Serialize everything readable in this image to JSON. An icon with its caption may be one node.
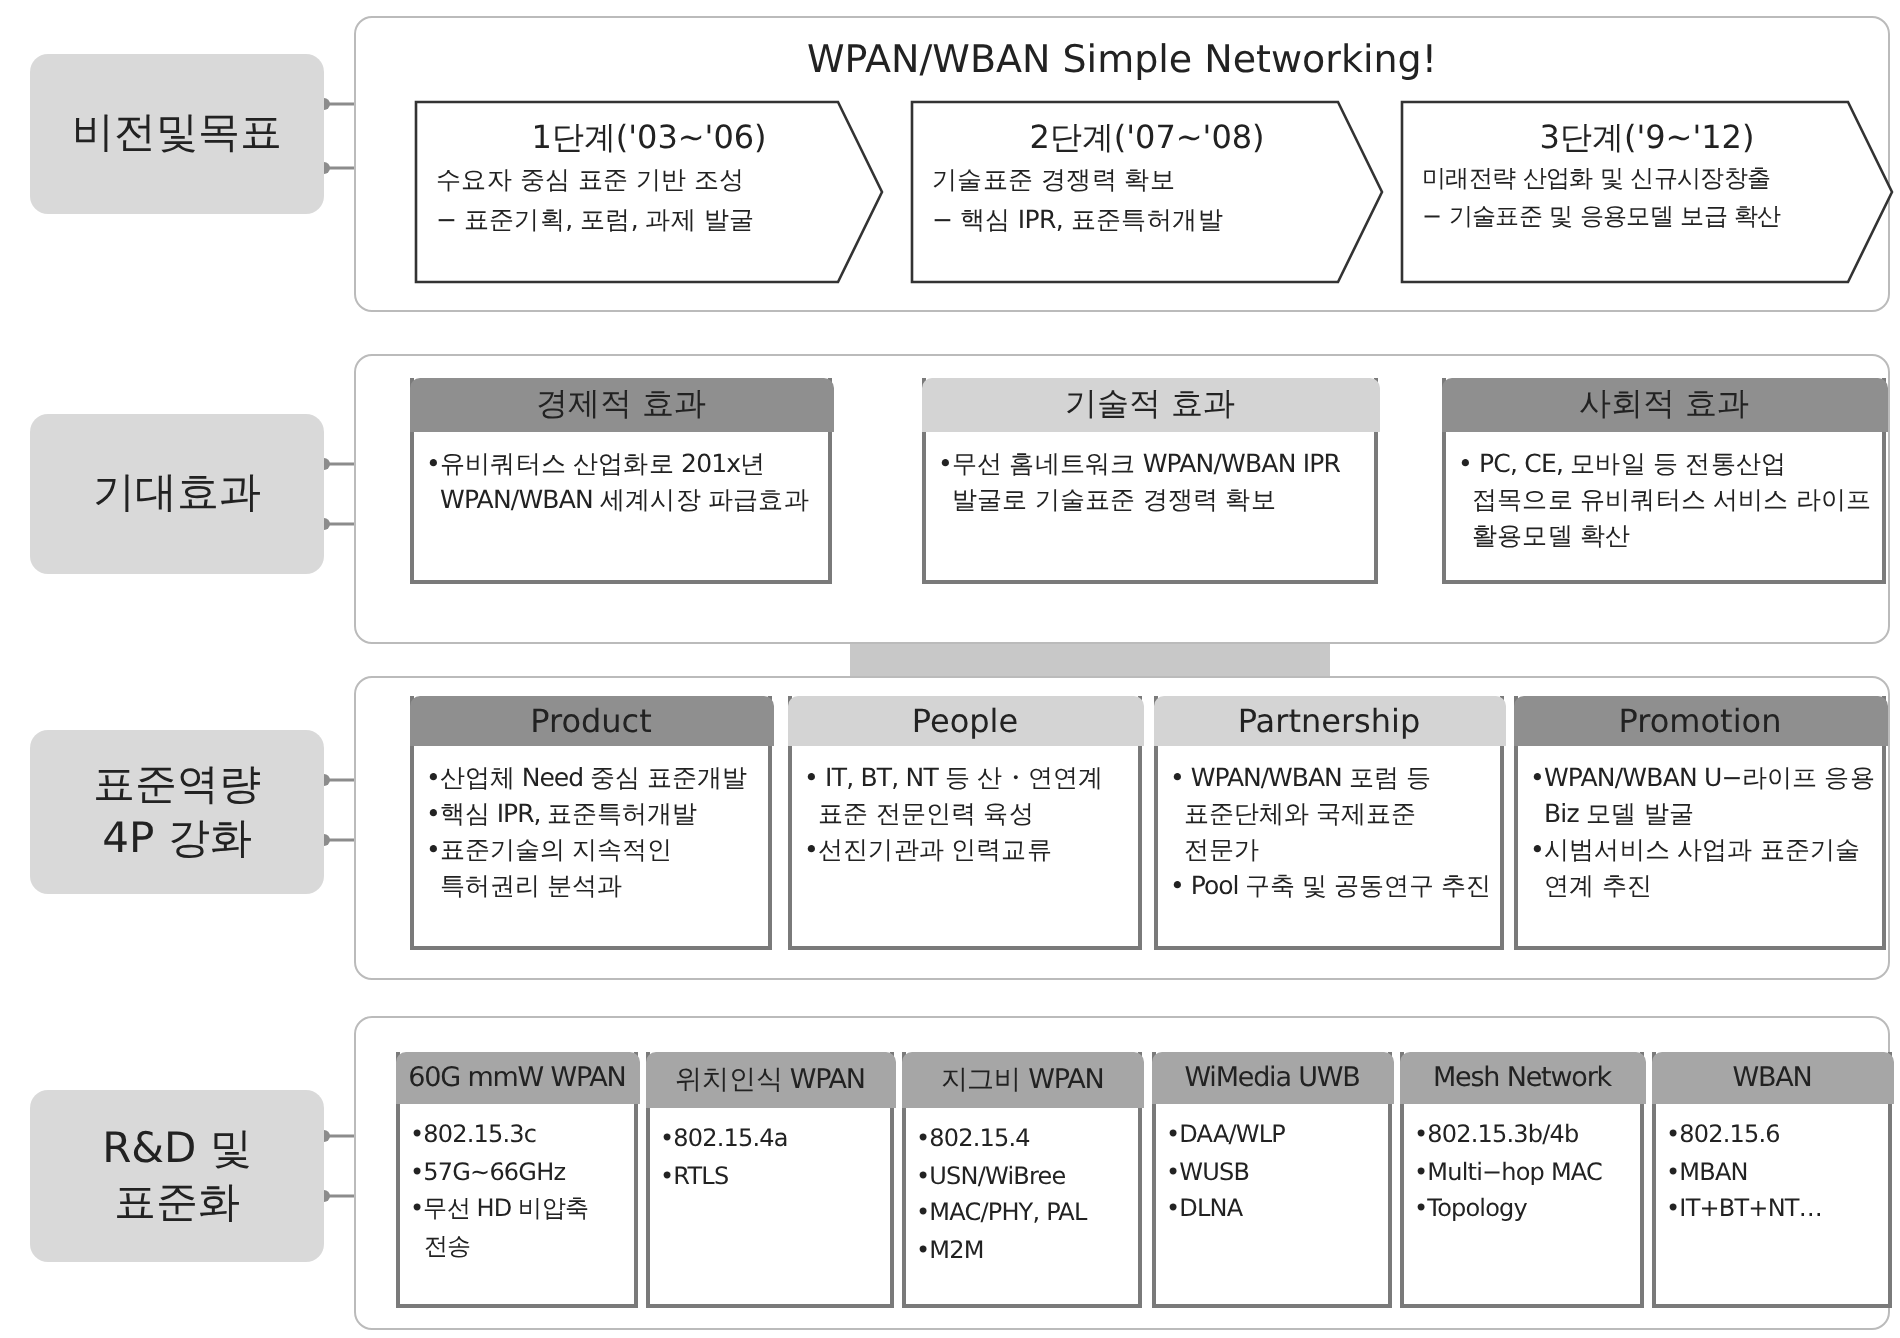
{
  "diagram": {
    "nodes": [
      {
        "text": [
          "비전및목표"
        ]
      },
      {
        "text": [
          "WPAN/WBAN Simple Networking!"
        ]
      },
      {
        "text": [
          "1단계('03~'06)",
          "수요자 중심 표준 기반 조성",
          "− 표준기획, 포럼, 과제 발굴"
        ],
        "in": 1
      },
      {
        "text": [
          "2단계('07~'08)",
          "기술표준 경쟁력 확보",
          "− 핵심 IPR, 표준특허개발"
        ],
        "in": 1
      },
      {
        "text": [
          "3단계('9~'12)",
          "미래전략 산업화 및 신규시장창출",
          "− 기술표준 및 응용모델 보급 확산"
        ],
        "in": 1
      },
      {
        "text": [
          "기대효과"
        ]
      },
      {
        "text": [],
        "shape": "box"
      },
      {
        "text": [
          "경제적 효과",
          "•유비쿼터스 산업화로 201x년 WPAN/WBAN 세계시장 파급효과"
        ],
        "in": 6
      },
      {
        "text": [
          "기술적 효과",
          "•무선 홈네트워크 WPAN/WBAN IPR 발굴로 기술표준 경쟁력 확보"
        ],
        "in": 6
      },
      {
        "text": [
          "사회적 효과",
          "• PC, CE, 모바일 등 전통산업 접목으로 유비쿼터스 서비스 라이프 활용모델 확산"
        ],
        "in": 6
      },
      {
        "text": [
          "표준역량 4P 강화"
        ]
      },
      {
        "text": [],
        "shape": "box"
      },
      {
        "text": [
          "Product",
          "•산업체 Need 중심 표준개발",
          "•핵심 IPR, 표준특허개발",
          "•표준기술의 지속적인 특허권리 분석과"
        ],
        "in": 11
      },
      {
        "text": [
          "People",
          "• IT, BT, NT 등 산・연연계 표준 전문인력 육성",
          "•선진기관과 인력교류"
        ],
        "in": 11
      },
      {
        "text": [
          "Partnership",
          "• WPAN/WBAN 포럼 등 표준단체와 국제표준 전문가",
          "• Pool 구축 및 공동연구 추진"
        ],
        "in": 11
      },
      {
        "text": [
          "Promotion",
          "•WPAN/WBAN U−라이프 응용 Biz 모델 발굴",
          "•시범서비스 사업과 표준기술 연계 추진"
        ],
        "in": 11
      },
      {
        "text": [
          "R&D 및 표준화"
        ]
      },
      {
        "text": [],
        "shape": "box"
      },
      {
        "text": [
          "60G mmW WPAN",
          "•802.15.3c",
          "•57G~66GHz",
          "•무선 HD 비압축 전송"
        ],
        "in": 17
      },
      {
        "text": [
          "위치인식 WPAN",
          "•802.15.4a",
          "•RTLS"
        ],
        "in": 17
      },
      {
        "text": [
          "지그비 WPAN",
          "•802.15.4",
          "•USN/WiBree",
          "•MAC/PHY, PAL",
          "•M2M"
        ],
        "in": 17
      },
      {
        "text": [
          "WiMedia UWB",
          "•DAA/WLP",
          "•WUSB",
          "•DLNA"
        ],
        "in": 17
      },
      {
        "text": [
          "Mesh Network",
          "•802.15.3b/4b",
          "•Multi−hop MAC",
          "•Topology"
        ],
        "in": 17
      },
      {
        "text": [
          "WBAN",
          "•802.15.6",
          "•MBAN",
          "•IT+BT+NT…"
        ],
        "in": 17
      }
    ],
    "edges": [
      {
        "from": 0,
        "to": 1,
        "arrow": "other"
      },
      {
        "from": 0,
        "to": 1,
        "arrow": "other"
      },
      {
        "from": 5,
        "to": 6,
        "arrow": "other"
      },
      {
        "from": 5,
        "to": 6,
        "arrow": "other"
      },
      {
        "from": 10,
        "to": 11,
        "arrow": "other"
      },
      {
        "from": 10,
        "to": 11,
        "arrow": "other"
      },
      {
        "from": 16,
        "to": 17,
        "arrow": "other"
      },
      {
        "from": 16,
        "to": 17,
        "arrow": "other"
      }
    ]
  }
}
